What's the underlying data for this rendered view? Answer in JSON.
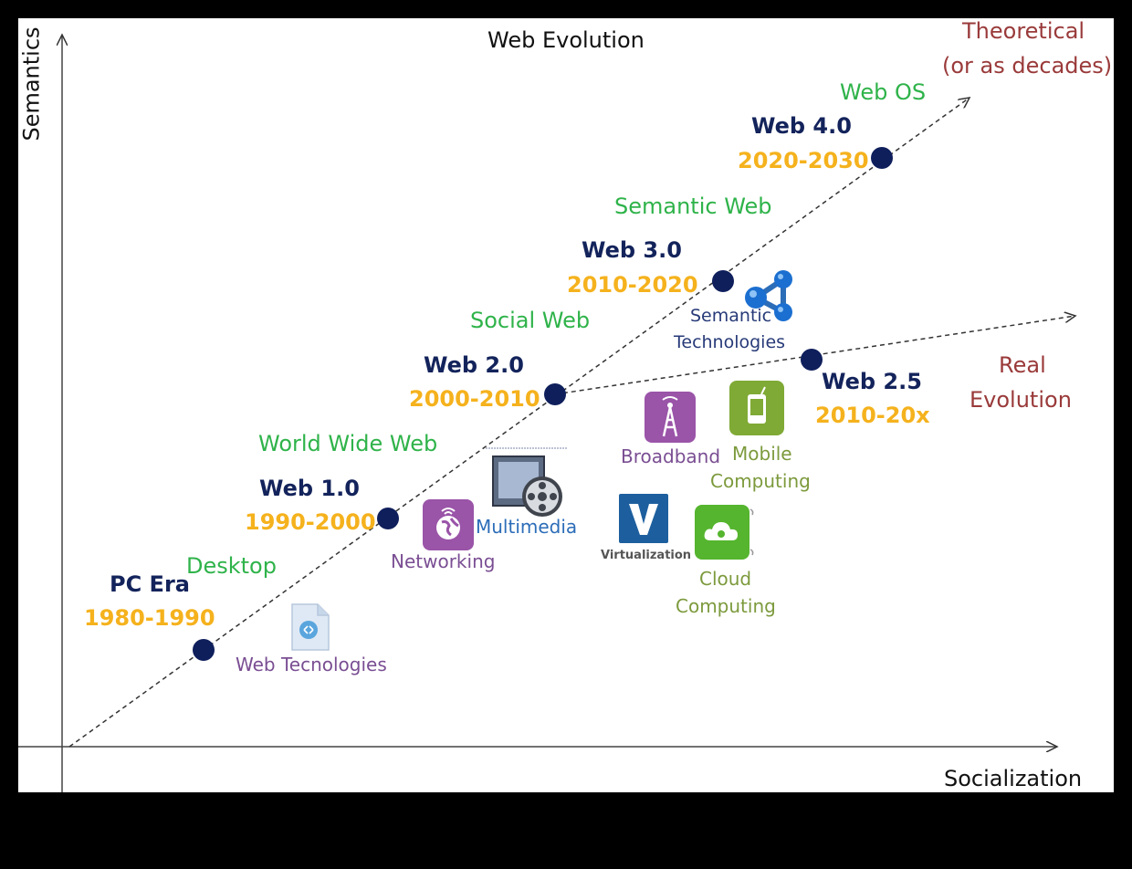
{
  "title": "Web Evolution",
  "axes": {
    "y_label": "Semantics",
    "x_label": "Socialization"
  },
  "theoretical_label": [
    "Theoretical",
    "(or as decades)"
  ],
  "real_label": [
    "Real",
    "Evolution"
  ],
  "milestones": [
    {
      "name": "PC Era",
      "years": "1980-1990",
      "descriptor": "Desktop"
    },
    {
      "name": "Web 1.0",
      "years": "1990-2000",
      "descriptor": "World Wide Web"
    },
    {
      "name": "Web 2.0",
      "years": "2000-2010",
      "descriptor": "Social Web"
    },
    {
      "name": "Web 3.0",
      "years": "2010-2020",
      "descriptor": "Semantic Web"
    },
    {
      "name": "Web 4.0",
      "years": "2020-2030",
      "descriptor": "Web OS"
    },
    {
      "name": "Web 2.5",
      "years": "2010-20x"
    }
  ],
  "technologies": {
    "web": "Web Tecnologies",
    "networking": "Networking",
    "multimedia": "Multimedia",
    "broadband": "Broadband",
    "mobile": [
      "Mobile",
      "Computing"
    ],
    "virtualization": "Virtualization",
    "cloud": [
      "Cloud",
      "Computing"
    ],
    "semantic": [
      "Semantic",
      "Technologies"
    ]
  },
  "colors": {
    "descriptor": "#2fb34a",
    "milestone": "#13235b",
    "years": "#f5b21d",
    "annotation": "#9a3a3a",
    "dot": "#0f1f5c"
  }
}
